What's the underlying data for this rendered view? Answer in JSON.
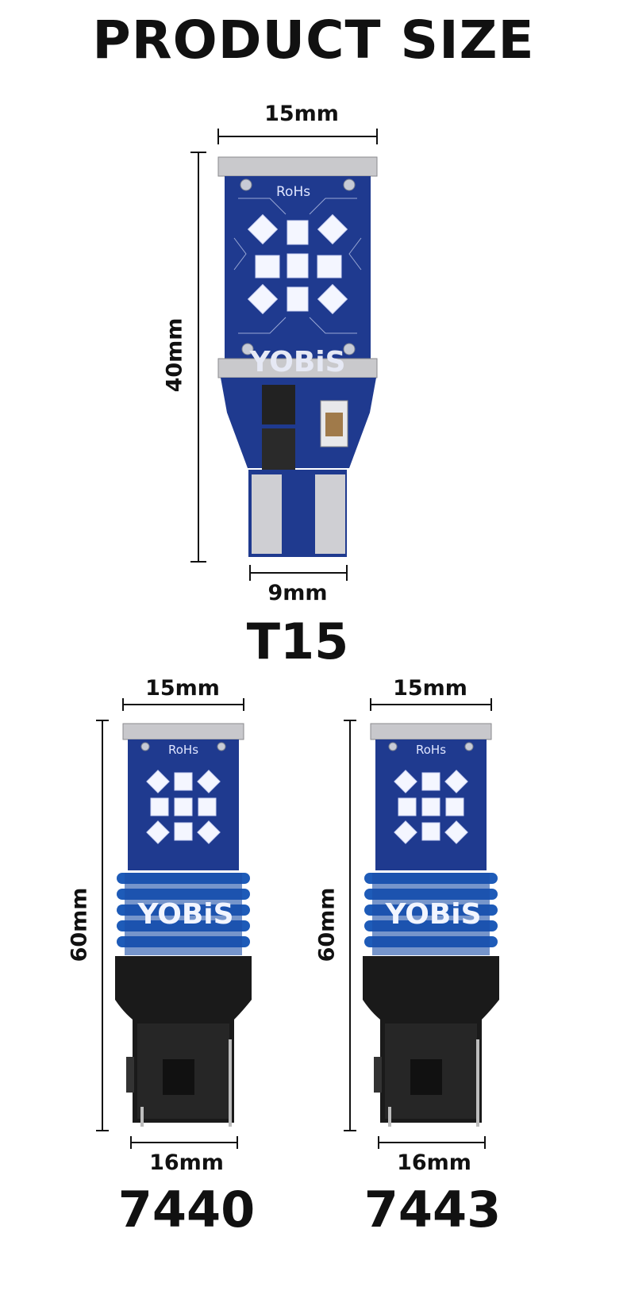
{
  "title": "PRODUCT SIZE",
  "brand": "YOBiS",
  "pcb_marking": "RoHs",
  "products": [
    {
      "model": "T15",
      "width_top": "15mm",
      "height": "40mm",
      "width_base": "9mm"
    },
    {
      "model": "7440",
      "width_top": "15mm",
      "height": "60mm",
      "width_base": "16mm"
    },
    {
      "model": "7443",
      "width_top": "15mm",
      "height": "60mm",
      "width_base": "16mm"
    }
  ],
  "colors": {
    "pcb": "#1f3a8f",
    "heatsink": "#1e5bb8",
    "socket": "#1a1a1a",
    "led": "#f4f6ff",
    "metal": "#c8c8cc"
  }
}
